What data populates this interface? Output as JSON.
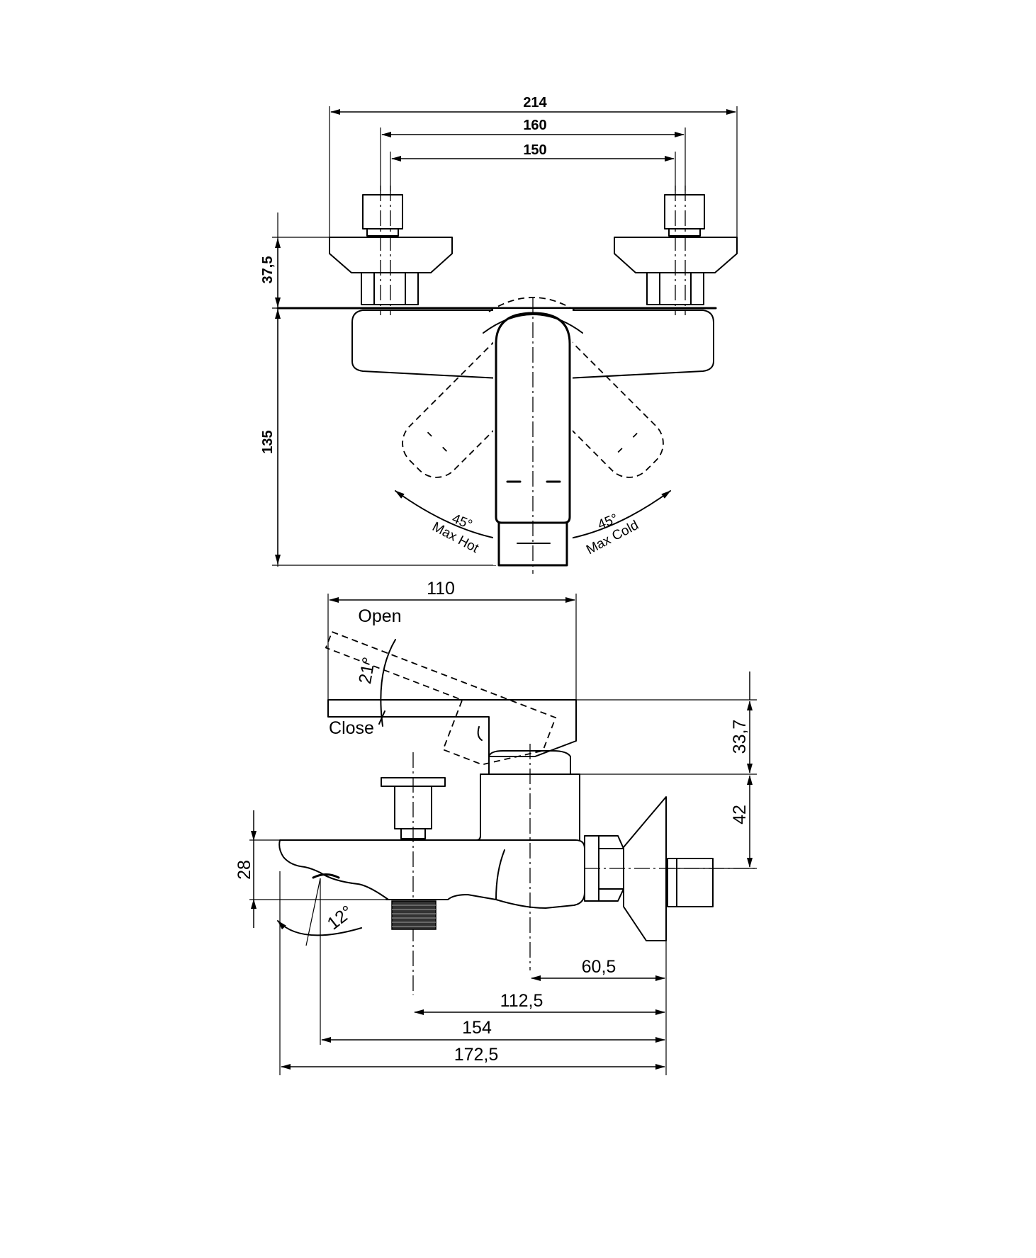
{
  "front_view": {
    "dimensions": {
      "overall_width": "214",
      "outer_centers": "160",
      "inner_centers": "150",
      "handle_height": "37,5",
      "body_height": "135"
    },
    "handle_limits": {
      "hot_angle": "45°",
      "hot_label": "Max Hot",
      "cold_angle": "45°",
      "cold_label": "Max Cold"
    }
  },
  "side_view": {
    "dimensions": {
      "lever_length": "110",
      "lever_height": "33,7",
      "body_height": "42",
      "spout_height": "28",
      "to_body_axis": "60,5",
      "to_diverter": "112,5",
      "to_outlet": "154",
      "overall_depth": "172,5"
    },
    "lever": {
      "open_label": "Open",
      "close_label": "Close",
      "lever_angle": "21°"
    },
    "spout_angle": "12°"
  }
}
